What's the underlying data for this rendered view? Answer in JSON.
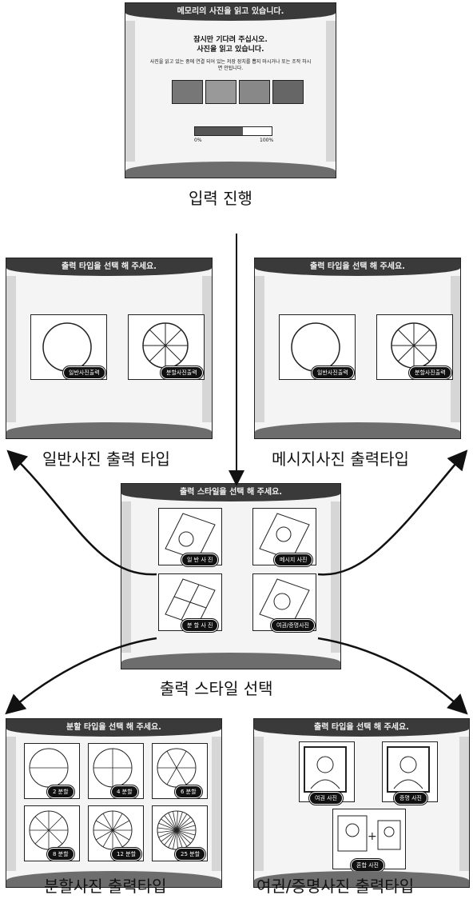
{
  "steps": {
    "input": "입력  진행",
    "normal": "일반사진 출력 타입",
    "message": "메시지사진 출력타입",
    "style": "출력 스타일 선택",
    "split": "분할사진 출력타입",
    "passport": "여권/증명사진 출력타입"
  },
  "screens": {
    "loading": {
      "banner": "메모리의 사진을 읽고 있습니다.",
      "line1": "잠시만 기다려 주십시오.",
      "line2": "사진을 읽고 있습니다.",
      "notice": "사진을 읽고 있는 중에 연결 되어 있는 저장 장치를 뽑지 마시거나 또는 조작 하시면 안됩니다.",
      "progress": 0.62,
      "progress_start": "0%",
      "progress_end": "100%"
    },
    "normal": {
      "banner": "출력 타입을 선택 해 주세요.",
      "btn_normal": "일반사진출력",
      "btn_split": "분할사진출력"
    },
    "message": {
      "banner": "출력 타입을 선택 해 주세요.",
      "btn_normal": "일반사진출력",
      "btn_split": "분할사진출력"
    },
    "style": {
      "banner": "출력 스타일을 선택 해 주세요.",
      "btn_normal": "일 반 사 진",
      "btn_message": "메시지 사진",
      "btn_split": "분 할 사 진",
      "btn_passport": "여권/증명사진"
    },
    "split": {
      "banner": "분할 타입을 선택 해 주세요.",
      "options": [
        "2 분할",
        "4 분할",
        "6 분할",
        "8 분할",
        "12 분할",
        "25 분할"
      ]
    },
    "passport": {
      "banner": "출력 타입을 선택 해 주세요.",
      "btn_passport": "여권 사진",
      "btn_id": "증명 사진",
      "btn_combo": "혼합 사진"
    }
  }
}
